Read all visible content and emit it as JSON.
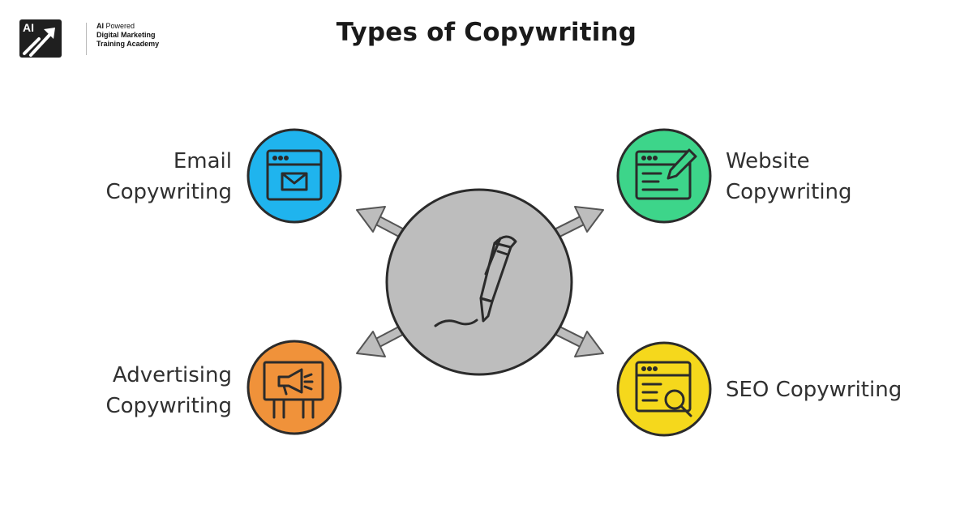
{
  "brand": {
    "logo_mark": "AI",
    "line1_bold": "AI",
    "line1_rest": " Powered",
    "line2": "Digital Marketing",
    "line3": "Training Academy"
  },
  "title": "Types of Copywriting",
  "hub": {
    "icon": "pen-icon",
    "color": "#bdbdbd"
  },
  "nodes": [
    {
      "key": "email",
      "line1": "Email",
      "line2": "Copywriting",
      "icon": "email-window-icon",
      "color": "#1fb4ee"
    },
    {
      "key": "website",
      "line1": "Website",
      "line2": "Copywriting",
      "icon": "web-editor-icon",
      "color": "#3dd58a"
    },
    {
      "key": "advertising",
      "line1": "Advertising",
      "line2": "Copywriting",
      "icon": "megaphone-board-icon",
      "color": "#f0923a"
    },
    {
      "key": "seo",
      "line1": "SEO Copywriting",
      "line2": "",
      "icon": "search-document-icon",
      "color": "#f5d81c"
    }
  ]
}
